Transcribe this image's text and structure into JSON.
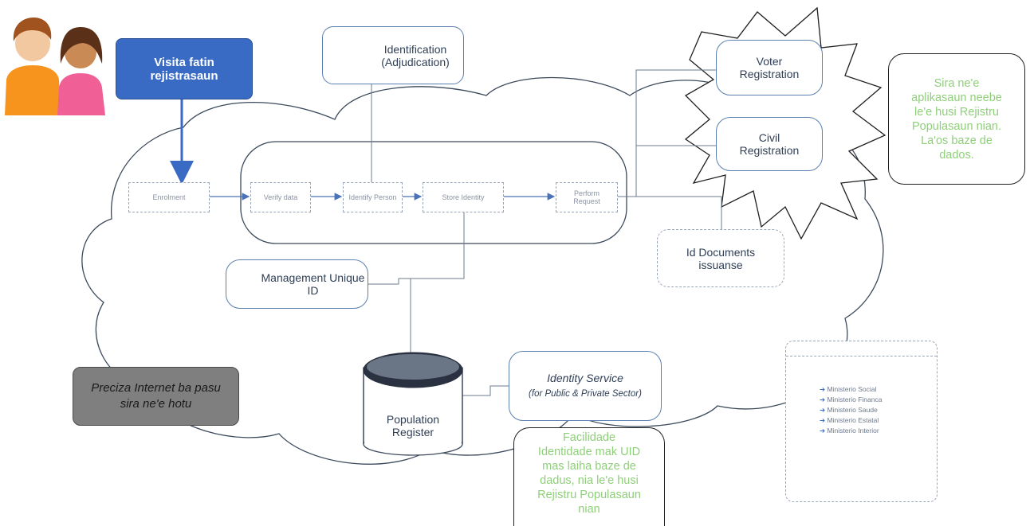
{
  "visit": {
    "text": "Visita fatin rejistrasaun"
  },
  "identification": {
    "line1": "Identification",
    "line2": "(Adjudication)"
  },
  "voter": {
    "text": "Voter Registration"
  },
  "civil": {
    "text": "Civil Registration"
  },
  "note_apps": {
    "text": "Sira ne'e aplikasaun neebe le'e husi Rejistru Populasaun nian. La'os baze de dados."
  },
  "process": {
    "enrolment": "Enrolment",
    "verify": "Verify data",
    "identify": "Identify Person",
    "store": "Store Identity",
    "perform": "Perform Request"
  },
  "id_documents": {
    "text": "Id Documents issuanse"
  },
  "management": {
    "text": "Management Unique ID"
  },
  "internet": {
    "text": "Preciza Internet ba pasu sira ne'e hotu"
  },
  "population": {
    "text": "Population Register"
  },
  "identity_service": {
    "title": "Identity Service",
    "subtitle": "(for Public & Private Sector)"
  },
  "facilidade": {
    "text": "Facilidade Identidade mak UID mas laiha baze de dadus, nia le'e husi Rejistru Populasaun nian"
  },
  "ministries": [
    "Ministerio Social",
    "Ministerio Financa",
    "Ministerio Saude",
    "Ministerio Estatal",
    "Ministerio Interior"
  ],
  "colors": {
    "accent": "#3a6bc4",
    "line": "#5b7fb0",
    "note_text": "#8fcf7a",
    "dark_box": "#7f7f7f"
  }
}
